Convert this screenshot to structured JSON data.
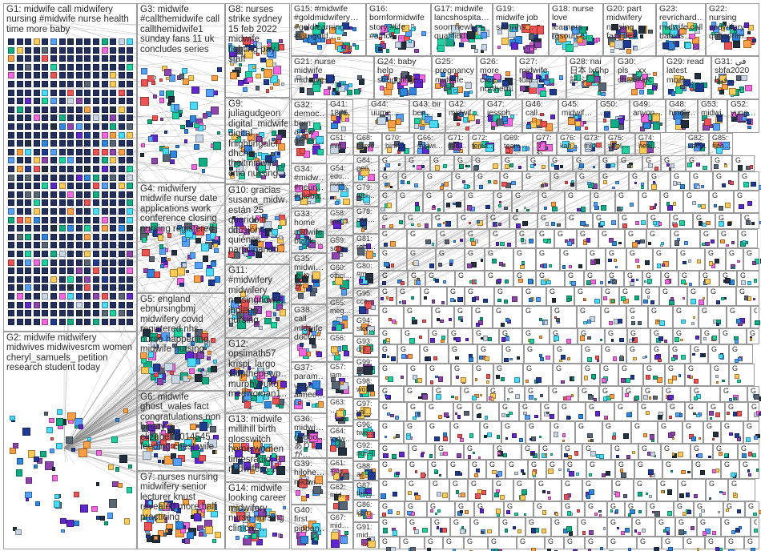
{
  "colors": {
    "edge": "#8c8c8c",
    "box_border": "#9a9a9a",
    "label": "#2b2b2b",
    "node_palette": [
      "#1f3a93",
      "#2e86de",
      "#54a0ff",
      "#10ac84",
      "#ee5253",
      "#ff9f43",
      "#feca57",
      "#8e44ad",
      "#c8d6e5",
      "#576574",
      "#5f27cd",
      "#48dbfb",
      "#1dd1a1",
      "#f368e0",
      "#222f3e"
    ]
  },
  "groups": [
    {
      "id": "G1",
      "label": "G1: midwife call midwifery\nnursing #midwife nurse health\ntime more baby"
    },
    {
      "id": "G2",
      "label": "G2: midwife midwifery\nmidwives midwivesrcm women\ncheryl_samuels_ petition\nresearch student today"
    },
    {
      "id": "G3",
      "label": "G3: midwife\n#callthemidwife call\ncallthemidwife1\nsunday fans 11 uk\nconcludes series"
    },
    {
      "id": "G4",
      "label": "G4: midwifery\nmidwife nurse date\napplications work\nconference closing\nnursing registered"
    },
    {
      "id": "G5",
      "label": "G5: england\nebnursingbmj\nmidwifery covid\nregistered nhs\nnurse happening\nmidwife nursing"
    },
    {
      "id": "G6",
      "label": "G6: midwife\nghost_wales fact\ncongratulations non\nbinary\nelizabe13014545\nfeeding chest wife"
    },
    {
      "id": "G7",
      "label": "G7: nurses nursing\nmidwifery senior\nlecturer knust\nrevealed more half\npracticing"
    },
    {
      "id": "G8",
      "label": "G8: nurses\nstrike sydney\n15 feb 2022\nmidwife\nfighting pay\nstaff"
    },
    {
      "id": "G9",
      "label": "G9:\njuliagudgeon\ndigital_midwife\ndigital\nfnightingalef\ndhchio\ntheitmidwife\ncnio nursing…"
    },
    {
      "id": "G10",
      "label": "G10: gracias\nsusana_midw…\nestán 25\nquerido tl\ndifusión\nquiénes\nparticipando…"
    },
    {
      "id": "G11",
      "label": "G11:\n#midwifery\nmidwifery\nnursingnow2…\njhpiego\nnursing"
    },
    {
      "id": "G12",
      "label": "G12:\nopsimath57\nkrispi_largo\nstopthepewp…\nmurphyyuko\nmedwoman1…"
    },
    {
      "id": "G13",
      "label": "G13: midwife\nmillihill birth\nglosswitch\nhome women\ntimesradio\nmidwifery…"
    },
    {
      "id": "G14",
      "label": "G14: midwife\nlooking career\nmidwifery\nnurse nursing\nclinical…"
    },
    {
      "id": "G15",
      "label": "G15: #midwife\n#goldmidwifery…\n#goldlearning\n#iamgold…"
    },
    {
      "id": "G16",
      "label": "G16:\nbornformidwife\nstory #life\n#africa…"
    },
    {
      "id": "G17",
      "label": "G17: midwife\nlancshospita…\nsoon newly\nqualified…"
    },
    {
      "id": "G18",
      "label": "G18: nurse\nlove\nlearners\nresource…"
    },
    {
      "id": "G19",
      "label": "G19:\nmidwife job\nsathnhs…"
    },
    {
      "id": "G20",
      "label": "G20: part\nmidwifery\nnursing\nfacilities…"
    },
    {
      "id": "G21",
      "label": "G21: nurse\nmidwife\nmidwives…"
    },
    {
      "id": "G22",
      "label": "G22:\nnursing\nmidwifery\nqubsorim…"
    },
    {
      "id": "G23",
      "label": "G23:\nrevrichard…\nmidwife call\nbabies…"
    },
    {
      "id": "G24",
      "label": "G24: baby\nhelp\nstruggling…"
    },
    {
      "id": "G25",
      "label": "G25:\npregnancy\nmidwife…"
    },
    {
      "id": "G26",
      "label": "G26: more\ncree\nnorthern…"
    },
    {
      "id": "G27",
      "label": "G27:\nmidwife\ntold…"
    },
    {
      "id": "G28",
      "label": "G28: nai\n日本 lx6hp\n記 ジ…"
    },
    {
      "id": "G29",
      "label": "G29: read\nlatest\nmore…"
    },
    {
      "id": "G30",
      "label": "G30:\npls__xx_\ncharxrafc"
    },
    {
      "id": "G31",
      "label": "G31: في\nsbfa2020\nفيها…"
    },
    {
      "id": "G32",
      "label": "G32:\ndemoc…\nborn\nanew\ngener…"
    },
    {
      "id": "G33",
      "label": "G33:\nhome\nmidwife\nblack…"
    },
    {
      "id": "G34",
      "label": "G34:\n#midw…\n#neur…\n#globa…"
    },
    {
      "id": "G35",
      "label": "G35:\nmidwi…\nありが…"
    },
    {
      "id": "G36",
      "label": "G36:\nmidwi…\ngoooo…\nありが…"
    },
    {
      "id": "G37",
      "label": "G37:\nparam…\nvery\naimee…"
    },
    {
      "id": "G38",
      "label": "G38:\ncall\nmidwife\ndoctor…"
    },
    {
      "id": "G39",
      "label": "G39:\nhilohe…\nmidwi…"
    },
    {
      "id": "G40",
      "label": "G40:\nfirst\npippan…"
    },
    {
      "id": "G41",
      "label": "G41:\n1875…"
    },
    {
      "id": "G42",
      "label": "G42:\nmidwif…"
    },
    {
      "id": "G43",
      "label": "G43: bir\nben…"
    },
    {
      "id": "G44",
      "label": "G44:\nuume…"
    },
    {
      "id": "G45",
      "label": "G45:\nmidwif…"
    },
    {
      "id": "G46",
      "label": "G46:\ncall…"
    },
    {
      "id": "G47",
      "label": "G47:\njessph…"
    },
    {
      "id": "G48",
      "label": "G48:\nhindle…"
    },
    {
      "id": "G49",
      "label": "G49:\nanyon…"
    },
    {
      "id": "G50",
      "label": "G50:\n…"
    },
    {
      "id": "G51",
      "label": "G51:\nmid…"
    },
    {
      "id": "G52",
      "label": "G52:\nyung…"
    },
    {
      "id": "G53",
      "label": "G53:\nmidwi…"
    },
    {
      "id": "G54",
      "label": "G54:\nedu…\nnurs…"
    },
    {
      "id": "G55",
      "label": "G55:\nmeg…"
    },
    {
      "id": "G56",
      "label": "G56:\n…"
    },
    {
      "id": "G57",
      "label": "G57:\niam…"
    },
    {
      "id": "G58",
      "label": "G58:\nmar…"
    },
    {
      "id": "G59",
      "label": "G59:\nscho…"
    },
    {
      "id": "G60",
      "label": "G60:\noffici…"
    },
    {
      "id": "G61",
      "label": "G61:\n#joy…"
    },
    {
      "id": "G62",
      "label": "G62:\nmid…"
    },
    {
      "id": "G63",
      "label": "G63:\n…"
    },
    {
      "id": "G64",
      "label": "G64:\ntodw…"
    },
    {
      "id": "G65",
      "label": "G65:\n…"
    },
    {
      "id": "G66",
      "label": "G66:\nmidwi…"
    },
    {
      "id": "G67",
      "label": "G67:\nmid…"
    },
    {
      "id": "G68",
      "label": "G68:\nnurse…"
    },
    {
      "id": "G69",
      "label": "G69:\nteam…"
    },
    {
      "id": "G70",
      "label": "G70:\nbirth…"
    },
    {
      "id": "G71",
      "label": "G71:\nmid…"
    },
    {
      "id": "G72",
      "label": "G72:\nfema…"
    },
    {
      "id": "G73",
      "label": "G73:\nmid…"
    },
    {
      "id": "G74",
      "label": "G74:\nheal…"
    },
    {
      "id": "G75",
      "label": "G75:\nnopl…"
    },
    {
      "id": "G76",
      "label": "G76:\nkah…"
    },
    {
      "id": "G77",
      "label": "G77:\nすも…"
    },
    {
      "id": "G78",
      "label": "G78:\ncas…"
    },
    {
      "id": "G79",
      "label": "G79:\ntrici…"
    },
    {
      "id": "G80",
      "label": "G80:\n#m…"
    },
    {
      "id": "G81",
      "label": "G81:\nrobi…"
    },
    {
      "id": "G82",
      "label": "G82:\nvac…"
    },
    {
      "id": "G84",
      "label": "G84:\npeo…"
    },
    {
      "id": "G85",
      "label": "G85:\n#nh…"
    },
    {
      "id": "G86",
      "label": "G86:\nken…"
    },
    {
      "id": "G87",
      "label": "G87:\nthin…"
    },
    {
      "id": "G88",
      "label": "G88:\nan…"
    },
    {
      "id": "G91",
      "label": "G91:\nmid…"
    },
    {
      "id": "G92",
      "label": "G92:\nnur…"
    },
    {
      "id": "G93",
      "label": "G93:\nchi…"
    },
    {
      "id": "G94",
      "label": "G94:\nstor…"
    },
    {
      "id": "G95",
      "label": "G95:\nccc…"
    },
    {
      "id": "G96",
      "label": "G96:\ntwe…"
    },
    {
      "id": "G97",
      "label": "G97:\nval…"
    },
    {
      "id": "G98",
      "label": "G98:\nwo…"
    },
    {
      "id": "G99",
      "label": "G99:\njen…"
    }
  ],
  "small_cluster_label": "G"
}
